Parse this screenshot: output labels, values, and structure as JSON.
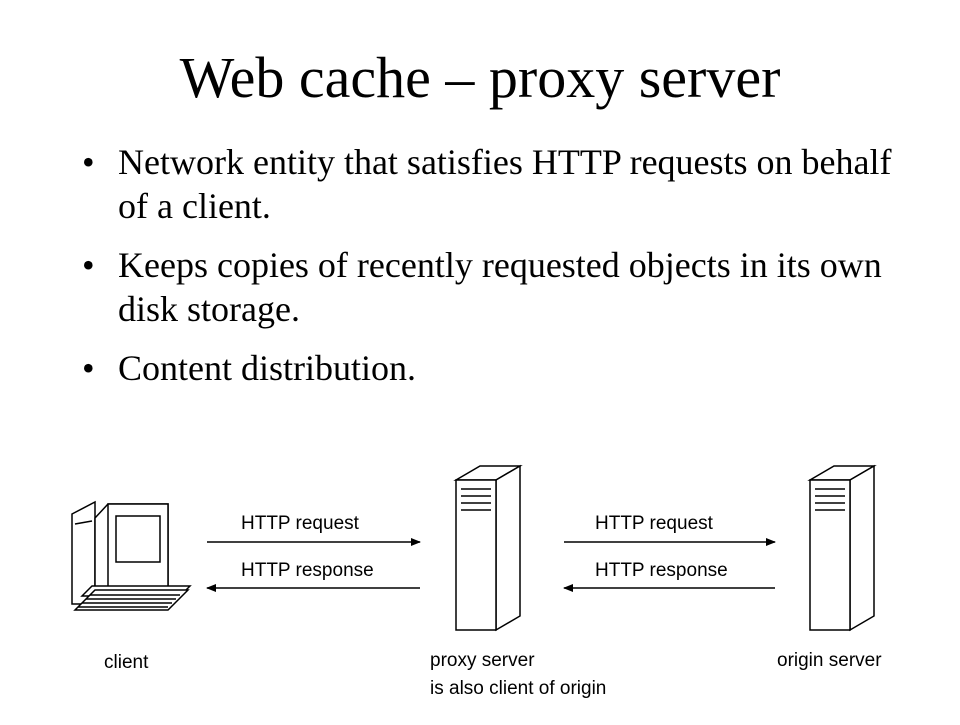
{
  "title": "Web cache – proxy server",
  "bullets": [
    "Network entity that satisfies HTTP requests on behalf of a client.",
    "Keeps copies of recently requested objects in its own disk storage.",
    "Content distribution."
  ],
  "bullet_glyph": "•",
  "diagram": {
    "client_label": "client",
    "proxy_label_line1": "proxy server",
    "proxy_label_line2": "is also client of origin",
    "origin_label": "origin server",
    "left_request": "HTTP request",
    "left_response": "HTTP response",
    "right_request": "HTTP request",
    "right_response": "HTTP response",
    "icons": [
      "computer-icon",
      "server-tower-icon",
      "server-tower-icon"
    ]
  }
}
